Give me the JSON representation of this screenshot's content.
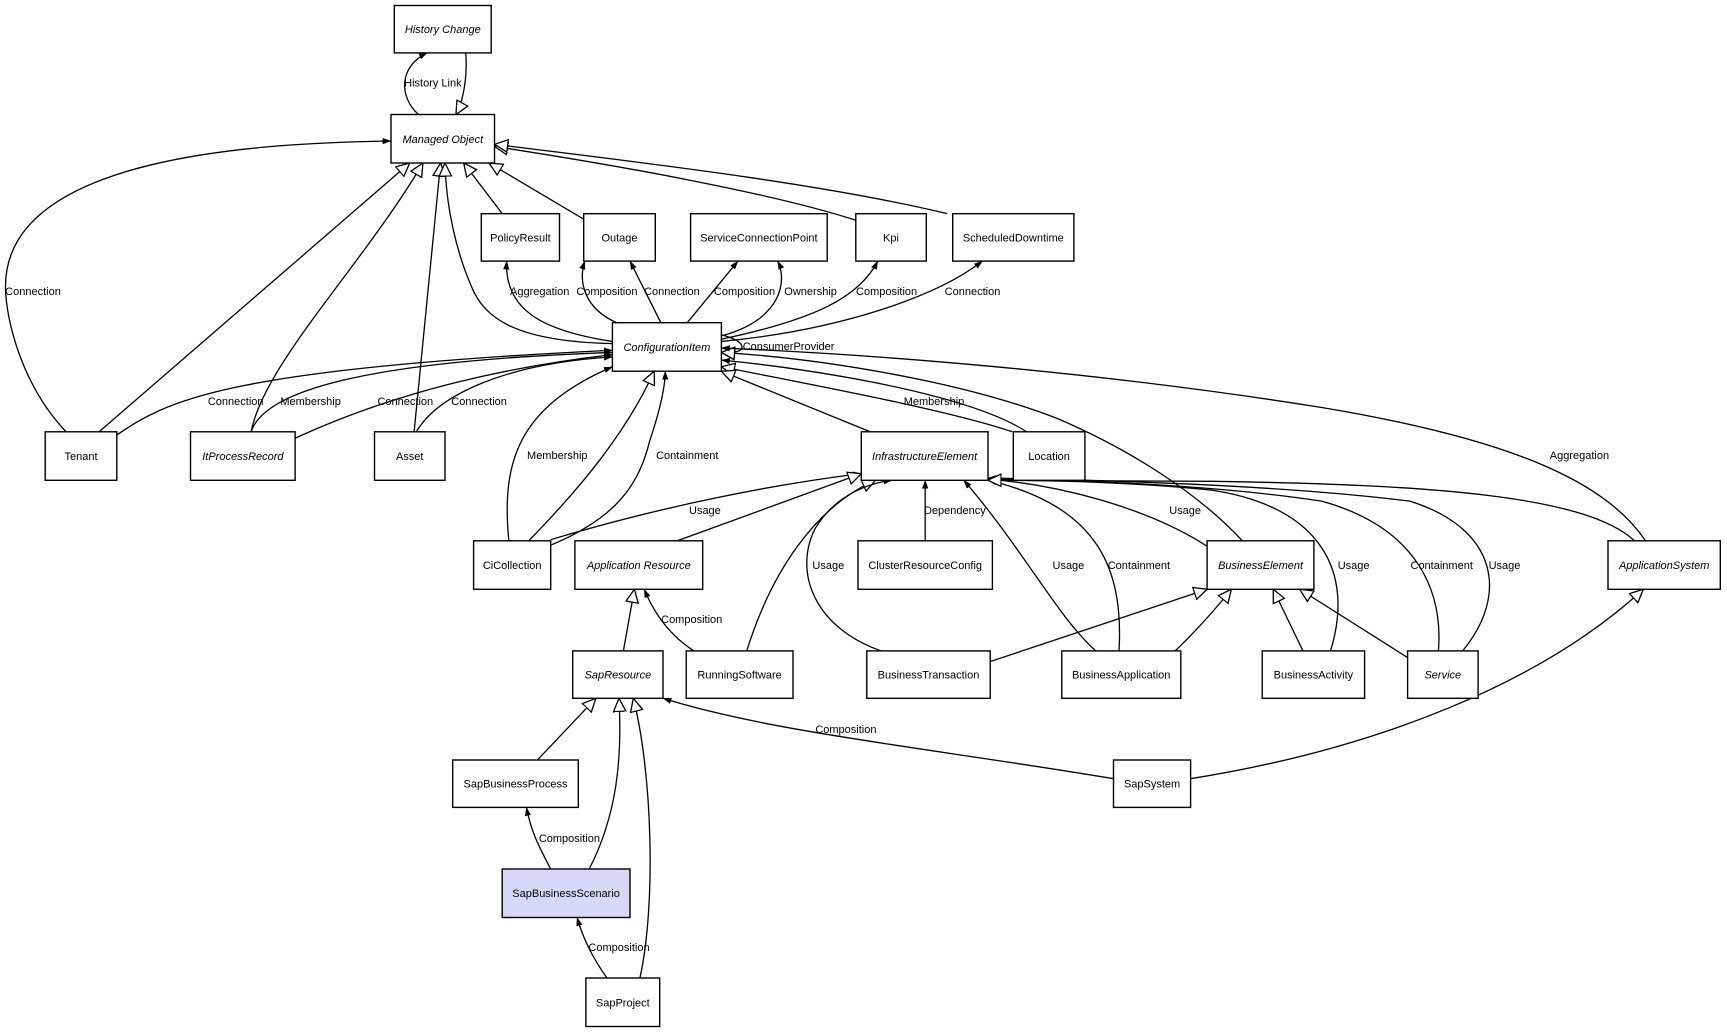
{
  "diagram": {
    "type": "uml-class-diagram",
    "highlight_color": "#d7d8f8",
    "nodes": [
      {
        "id": "history_change",
        "label": "History Change",
        "abstract": true
      },
      {
        "id": "managed_object",
        "label": "Managed Object",
        "abstract": true
      },
      {
        "id": "policy_result",
        "label": "PolicyResult",
        "abstract": false
      },
      {
        "id": "outage",
        "label": "Outage",
        "abstract": false
      },
      {
        "id": "service_connection_point",
        "label": "ServiceConnectionPoint",
        "abstract": false
      },
      {
        "id": "kpi",
        "label": "Kpi",
        "abstract": false
      },
      {
        "id": "scheduled_downtime",
        "label": "ScheduledDowntime",
        "abstract": false
      },
      {
        "id": "configuration_item",
        "label": "ConfigurationItem",
        "abstract": true
      },
      {
        "id": "tenant",
        "label": "Tenant",
        "abstract": false
      },
      {
        "id": "it_process_record",
        "label": "ItProcessRecord",
        "abstract": true
      },
      {
        "id": "asset",
        "label": "Asset",
        "abstract": false
      },
      {
        "id": "infrastructure_element",
        "label": "InfrastructureElement",
        "abstract": true
      },
      {
        "id": "location",
        "label": "Location",
        "abstract": false
      },
      {
        "id": "ci_collection",
        "label": "CiCollection",
        "abstract": false
      },
      {
        "id": "application_resource",
        "label": "Application Resource",
        "abstract": true
      },
      {
        "id": "cluster_resource_config",
        "label": "ClusterResourceConfig",
        "abstract": false
      },
      {
        "id": "business_element",
        "label": "BusinessElement",
        "abstract": true
      },
      {
        "id": "application_system",
        "label": "ApplicationSystem",
        "abstract": true
      },
      {
        "id": "sap_resource",
        "label": "SapResource",
        "abstract": true
      },
      {
        "id": "running_software",
        "label": "RunningSoftware",
        "abstract": false
      },
      {
        "id": "business_transaction",
        "label": "BusinessTransaction",
        "abstract": false
      },
      {
        "id": "business_application",
        "label": "BusinessApplication",
        "abstract": false
      },
      {
        "id": "business_activity",
        "label": "BusinessActivity",
        "abstract": false
      },
      {
        "id": "service",
        "label": "Service",
        "abstract": true
      },
      {
        "id": "sap_business_process",
        "label": "SapBusinessProcess",
        "abstract": false
      },
      {
        "id": "sap_system",
        "label": "SapSystem",
        "abstract": false
      },
      {
        "id": "sap_business_scenario",
        "label": "SapBusinessScenario",
        "abstract": false,
        "highlighted": true
      },
      {
        "id": "sap_project",
        "label": "SapProject",
        "abstract": false
      }
    ],
    "edges": [
      {
        "from": "managed_object",
        "to": "history_change",
        "kind": "association",
        "label": "History Link"
      },
      {
        "from": "history_change",
        "to": "managed_object",
        "kind": "inheritance",
        "label": ""
      },
      {
        "from": "tenant",
        "to": "managed_object",
        "kind": "association",
        "label": "Connection"
      },
      {
        "from": "tenant",
        "to": "managed_object",
        "kind": "inheritance",
        "label": ""
      },
      {
        "from": "it_process_record",
        "to": "managed_object",
        "kind": "inheritance",
        "label": ""
      },
      {
        "from": "asset",
        "to": "managed_object",
        "kind": "inheritance",
        "label": ""
      },
      {
        "from": "configuration_item",
        "to": "managed_object",
        "kind": "inheritance",
        "label": ""
      },
      {
        "from": "policy_result",
        "to": "managed_object",
        "kind": "inheritance",
        "label": ""
      },
      {
        "from": "outage",
        "to": "managed_object",
        "kind": "inheritance",
        "label": ""
      },
      {
        "from": "kpi",
        "to": "managed_object",
        "kind": "inheritance",
        "label": ""
      },
      {
        "from": "scheduled_downtime",
        "to": "managed_object",
        "kind": "inheritance",
        "label": ""
      },
      {
        "from": "configuration_item",
        "to": "policy_result",
        "kind": "association",
        "label": "Aggregation"
      },
      {
        "from": "configuration_item",
        "to": "outage",
        "kind": "association",
        "label": "Composition"
      },
      {
        "from": "configuration_item",
        "to": "outage",
        "kind": "association",
        "label": "Connection"
      },
      {
        "from": "configuration_item",
        "to": "service_connection_point",
        "kind": "association",
        "label": "Composition"
      },
      {
        "from": "configuration_item",
        "to": "service_connection_point",
        "kind": "association",
        "label": "Ownership"
      },
      {
        "from": "configuration_item",
        "to": "kpi",
        "kind": "association",
        "label": "Composition"
      },
      {
        "from": "configuration_item",
        "to": "scheduled_downtime",
        "kind": "association",
        "label": "Connection"
      },
      {
        "from": "configuration_item",
        "to": "configuration_item",
        "kind": "association",
        "label": "ConsumerProvider"
      },
      {
        "from": "tenant",
        "to": "configuration_item",
        "kind": "association",
        "label": "Connection"
      },
      {
        "from": "it_process_record",
        "to": "configuration_item",
        "kind": "association",
        "label": "Membership"
      },
      {
        "from": "it_process_record",
        "to": "configuration_item",
        "kind": "association",
        "label": "Connection"
      },
      {
        "from": "asset",
        "to": "configuration_item",
        "kind": "association",
        "label": "Connection"
      },
      {
        "from": "location",
        "to": "configuration_item",
        "kind": "association",
        "label": "Membership"
      },
      {
        "from": "location",
        "to": "configuration_item",
        "kind": "inheritance",
        "label": ""
      },
      {
        "from": "ci_collection",
        "to": "configuration_item",
        "kind": "association",
        "label": "Membership"
      },
      {
        "from": "ci_collection",
        "to": "configuration_item",
        "kind": "association",
        "label": "Containment"
      },
      {
        "from": "ci_collection",
        "to": "configuration_item",
        "kind": "inheritance",
        "label": ""
      },
      {
        "from": "infrastructure_element",
        "to": "configuration_item",
        "kind": "inheritance",
        "label": ""
      },
      {
        "from": "business_element",
        "to": "configuration_item",
        "kind": "inheritance",
        "label": ""
      },
      {
        "from": "application_system",
        "to": "configuration_item",
        "kind": "association",
        "label": "Aggregation"
      },
      {
        "from": "ci_collection",
        "to": "infrastructure_element",
        "kind": "association",
        "label": "Usage"
      },
      {
        "from": "application_resource",
        "to": "infrastructure_element",
        "kind": "inheritance",
        "label": ""
      },
      {
        "from": "running_software",
        "to": "infrastructure_element",
        "kind": "inheritance",
        "label": ""
      },
      {
        "from": "business_transaction",
        "to": "infrastructure_element",
        "kind": "association",
        "label": "Usage"
      },
      {
        "from": "cluster_resource_config",
        "to": "infrastructure_element",
        "kind": "association",
        "label": "Dependency"
      },
      {
        "from": "business_application",
        "to": "infrastructure_element",
        "kind": "association",
        "label": "Usage"
      },
      {
        "from": "business_application",
        "to": "infrastructure_element",
        "kind": "association",
        "label": "Containment"
      },
      {
        "from": "business_element",
        "to": "infrastructure_element",
        "kind": "association",
        "label": "Usage"
      },
      {
        "from": "business_activity",
        "to": "infrastructure_element",
        "kind": "association",
        "label": "Usage"
      },
      {
        "from": "service",
        "to": "infrastructure_element",
        "kind": "association",
        "label": "Containment"
      },
      {
        "from": "service",
        "to": "infrastructure_element",
        "kind": "association",
        "label": "Usage"
      },
      {
        "from": "application_system",
        "to": "infrastructure_element",
        "kind": "inheritance",
        "label": ""
      },
      {
        "from": "sap_resource",
        "to": "application_resource",
        "kind": "inheritance",
        "label": ""
      },
      {
        "from": "running_software",
        "to": "application_resource",
        "kind": "association",
        "label": "Composition"
      },
      {
        "from": "business_transaction",
        "to": "business_element",
        "kind": "inheritance",
        "label": ""
      },
      {
        "from": "business_application",
        "to": "business_element",
        "kind": "inheritance",
        "label": ""
      },
      {
        "from": "business_activity",
        "to": "business_element",
        "kind": "inheritance",
        "label": ""
      },
      {
        "from": "service",
        "to": "business_element",
        "kind": "inheritance",
        "label": ""
      },
      {
        "from": "sap_system",
        "to": "application_system",
        "kind": "inheritance",
        "label": ""
      },
      {
        "from": "sap_system",
        "to": "sap_resource",
        "kind": "association",
        "label": "Composition"
      },
      {
        "from": "sap_business_process",
        "to": "sap_resource",
        "kind": "inheritance",
        "label": ""
      },
      {
        "from": "sap_business_scenario",
        "to": "sap_resource",
        "kind": "inheritance",
        "label": ""
      },
      {
        "from": "sap_project",
        "to": "sap_resource",
        "kind": "inheritance",
        "label": ""
      },
      {
        "from": "sap_business_scenario",
        "to": "sap_business_process",
        "kind": "association",
        "label": "Composition"
      },
      {
        "from": "sap_project",
        "to": "sap_business_scenario",
        "kind": "association",
        "label": "Composition"
      }
    ]
  }
}
